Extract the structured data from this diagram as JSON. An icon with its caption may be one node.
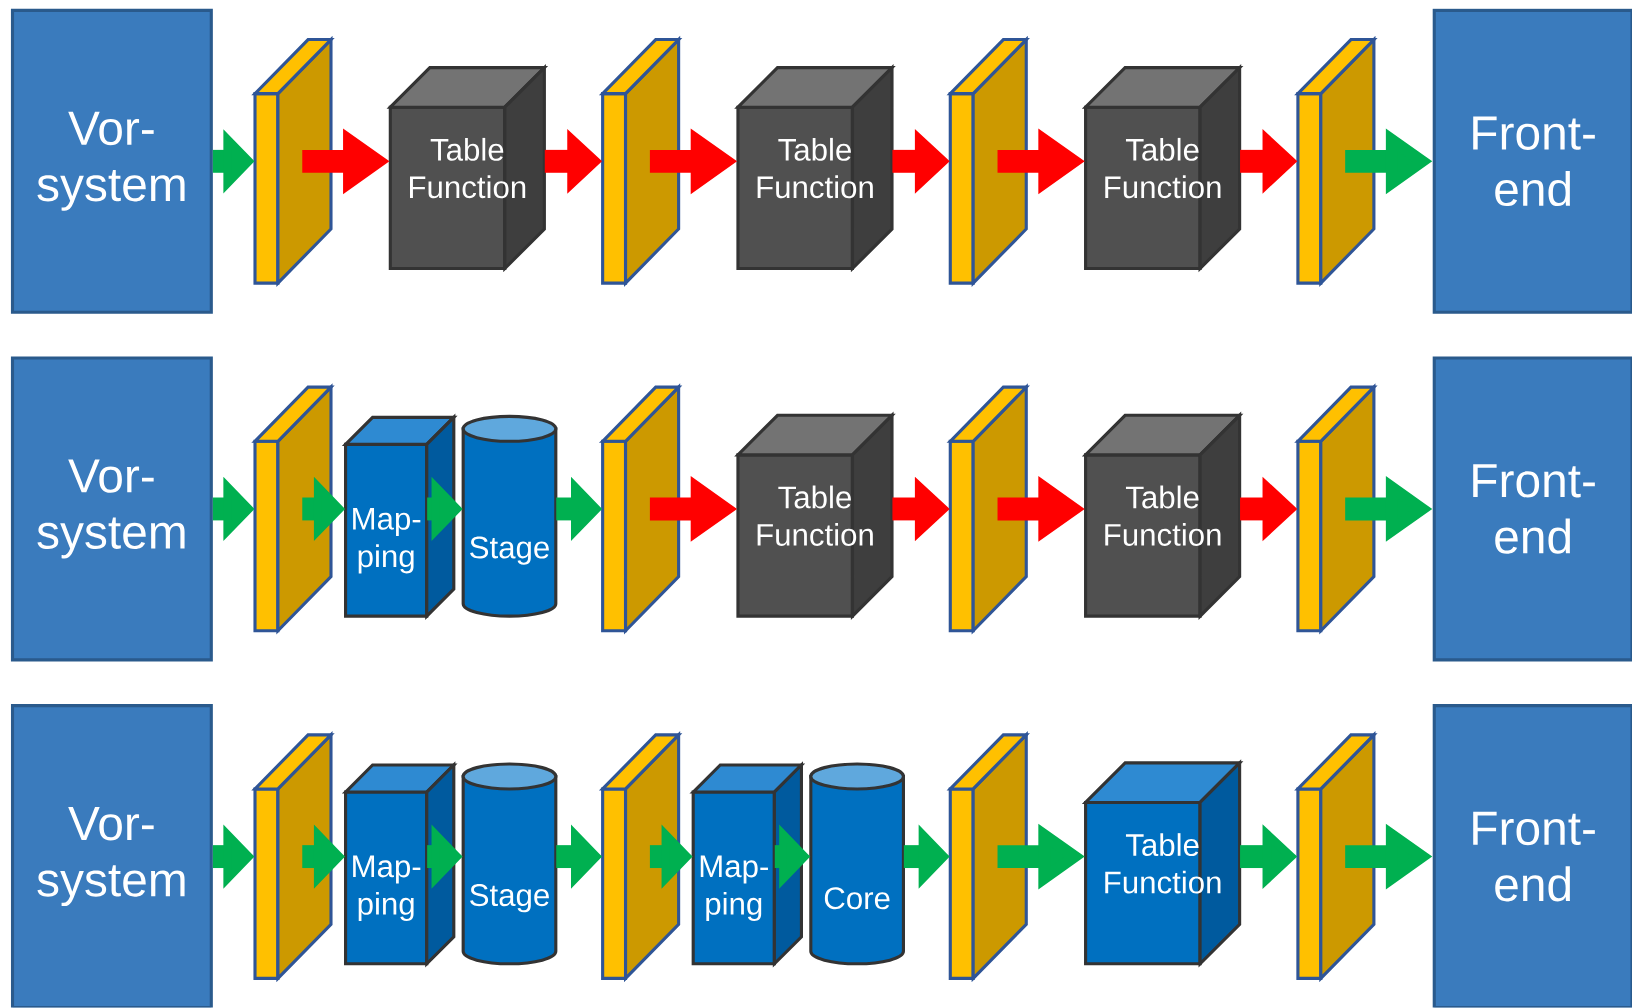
{
  "diagram": {
    "nodes": [
      {
        "text": [
          "Vor- system"
        ]
      },
      {
        "text": [],
        "shape": "panel"
      },
      {
        "text": [
          "Table Function"
        ]
      },
      {
        "text": [],
        "shape": "panel"
      },
      {
        "text": [
          "Table Function"
        ]
      },
      {
        "text": [],
        "shape": "panel"
      },
      {
        "text": [
          "Table Function"
        ]
      },
      {
        "text": [],
        "shape": "panel"
      },
      {
        "text": [
          "Front- end"
        ]
      },
      {
        "text": [
          "Vor- system"
        ]
      },
      {
        "text": [],
        "shape": "panel"
      },
      {
        "text": [
          "Map- ping"
        ]
      },
      {
        "text": [
          "Stage"
        ]
      },
      {
        "text": [],
        "shape": "panel"
      },
      {
        "text": [
          "Table Function"
        ]
      },
      {
        "text": [],
        "shape": "panel"
      },
      {
        "text": [
          "Table Function"
        ]
      },
      {
        "text": [],
        "shape": "panel"
      },
      {
        "text": [
          "Front- end"
        ]
      },
      {
        "text": [
          "Vor- system"
        ]
      },
      {
        "text": [],
        "shape": "panel"
      },
      {
        "text": [
          "Map- ping"
        ]
      },
      {
        "text": [
          "Stage"
        ]
      },
      {
        "text": [],
        "shape": "panel"
      },
      {
        "text": [
          "Map- ping"
        ]
      },
      {
        "text": [
          "Core"
        ]
      },
      {
        "text": [],
        "shape": "panel"
      },
      {
        "text": [
          "Table Function"
        ]
      },
      {
        "text": [],
        "shape": "panel"
      },
      {
        "text": [
          "Front- end"
        ]
      }
    ],
    "edges": [
      {
        "from": 0,
        "to": 1,
        "arrow": "to"
      },
      {
        "from": 1,
        "to": 2,
        "arrow": "to",
        "color": "#ff0000"
      },
      {
        "from": 2,
        "to": 3,
        "arrow": "to",
        "color": "#ff0000"
      },
      {
        "from": 3,
        "to": 4,
        "arrow": "to",
        "color": "#ff0000"
      },
      {
        "from": 4,
        "to": 5,
        "arrow": "to",
        "color": "#ff0000"
      },
      {
        "from": 5,
        "to": 6,
        "arrow": "to",
        "color": "#ff0000"
      },
      {
        "from": 6,
        "to": 7,
        "arrow": "to",
        "color": "#ff0000"
      },
      {
        "from": 7,
        "to": 8,
        "arrow": "to"
      },
      {
        "from": 9,
        "to": 10,
        "arrow": "to"
      },
      {
        "from": 10,
        "to": 11,
        "arrow": "to"
      },
      {
        "from": 11,
        "to": 12,
        "arrow": "to"
      },
      {
        "from": 12,
        "to": 13,
        "arrow": "to"
      },
      {
        "from": 13,
        "to": 14,
        "arrow": "to",
        "color": "#ff0000"
      },
      {
        "from": 14,
        "to": 15,
        "arrow": "to",
        "color": "#ff0000"
      },
      {
        "from": 15,
        "to": 16,
        "arrow": "to",
        "color": "#ff0000"
      },
      {
        "from": 16,
        "to": 17,
        "arrow": "to",
        "color": "#ff0000"
      },
      {
        "from": 17,
        "to": 18,
        "arrow": "to"
      },
      {
        "from": 19,
        "to": 20,
        "arrow": "to"
      },
      {
        "from": 20,
        "to": 21,
        "arrow": "to"
      },
      {
        "from": 21,
        "to": 22,
        "arrow": "to"
      },
      {
        "from": 22,
        "to": 23,
        "arrow": "to"
      },
      {
        "from": 23,
        "to": 24,
        "arrow": "to"
      },
      {
        "from": 24,
        "to": 25,
        "arrow": "to"
      },
      {
        "from": 25,
        "to": 26,
        "arrow": "to"
      },
      {
        "from": 26,
        "to": 27,
        "arrow": "to"
      },
      {
        "from": 27,
        "to": 28,
        "arrow": "to"
      },
      {
        "from": 28,
        "to": 29,
        "arrow": "to"
      }
    ]
  }
}
